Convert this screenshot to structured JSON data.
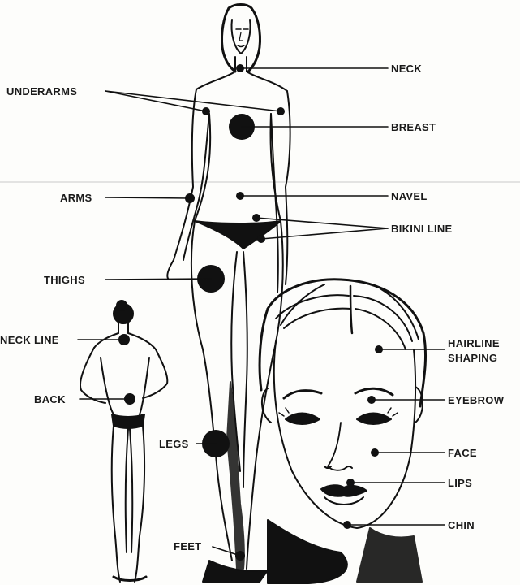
{
  "colors": {
    "ink": "#111111",
    "paper": "#fdfdfb"
  },
  "labels": {
    "neck": "NECK",
    "underarms": "UNDERARMS",
    "breast": "BREAST",
    "arms": "ARMS",
    "navel": "NAVEL",
    "bikini_line": "BIKINI LINE",
    "thighs": "THIGHS",
    "neck_line": "NECK LINE",
    "hairline_shaping_1": "HAIRLINE",
    "hairline_shaping_2": "SHAPING",
    "back": "BACK",
    "eyebrow": "EYEBROW",
    "legs": "LEGS",
    "face": "FACE",
    "lips": "LIPS",
    "chin": "CHIN",
    "feet": "FEET"
  },
  "figures": [
    "standing-woman-front",
    "woman-back-view",
    "woman-face-portrait"
  ]
}
